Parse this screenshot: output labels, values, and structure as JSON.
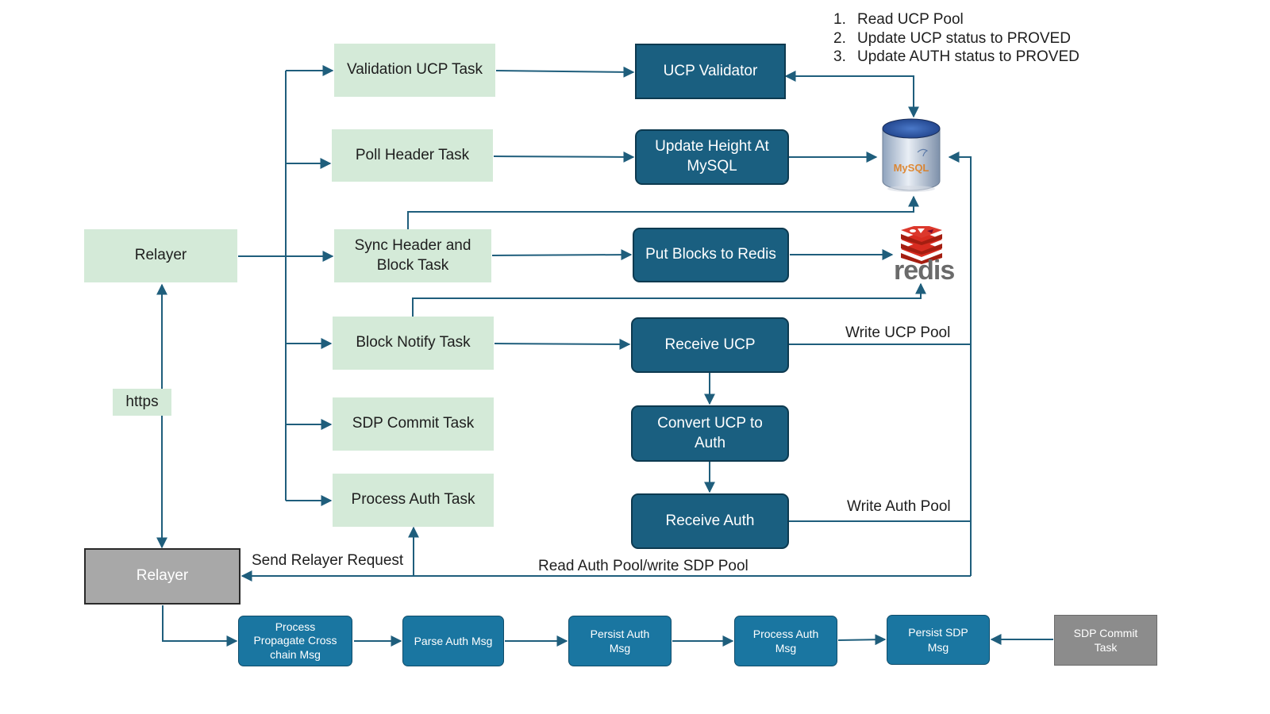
{
  "notes": [
    "Read UCP Pool",
    "Update UCP status to PROVED",
    "Update AUTH status to PROVED"
  ],
  "tasks": {
    "validation_ucp": "Validation UCP Task",
    "poll_header": "Poll Header Task",
    "sync_header_line1": "Sync Header and",
    "sync_header_line2": "Block Task",
    "block_notify": "Block Notify Task",
    "sdp_commit": "SDP Commit Task",
    "process_auth": "Process Auth Task"
  },
  "processes": {
    "ucp_validator": "UCP Validator",
    "update_height_line1": "Update Height At",
    "update_height_line2": "MySQL",
    "put_blocks": "Put Blocks to Redis",
    "receive_ucp": "Receive UCP",
    "convert_ucp_line1": "Convert UCP to",
    "convert_ucp_line2": "Auth",
    "receive_auth": "Receive Auth"
  },
  "relayer_top": "Relayer",
  "relayer_bottom": "Relayer",
  "https": "https",
  "edge_labels": {
    "write_ucp_pool": "Write UCP Pool",
    "write_auth_pool": "Write Auth Pool",
    "send_relayer_request": "Send Relayer Request",
    "read_auth_pool": "Read Auth Pool/write SDP Pool"
  },
  "pipeline": {
    "process_propagate_line1": "Process",
    "process_propagate_line2": "Propagate Cross",
    "process_propagate_line3": "chain Msg",
    "parse_auth": "Parse Auth Msg",
    "persist_auth_line1": "Persist Auth",
    "persist_auth_line2": "Msg",
    "process_auth_msg_line1": "Process Auth",
    "process_auth_msg_line2": "Msg",
    "persist_sdp_line1": "Persist SDP",
    "persist_sdp_line2": "Msg",
    "sdp_commit_line1": "SDP Commit",
    "sdp_commit_line2": "Task"
  },
  "logos": {
    "mysql": "MySQL",
    "redis": "redis"
  },
  "colors": {
    "task_fill": "#d4ead8",
    "process_fill": "#1a5f80",
    "pipeline_fill": "#1a76a1",
    "arrow": "#1f5e7c",
    "grey": "#a8a8a8"
  }
}
